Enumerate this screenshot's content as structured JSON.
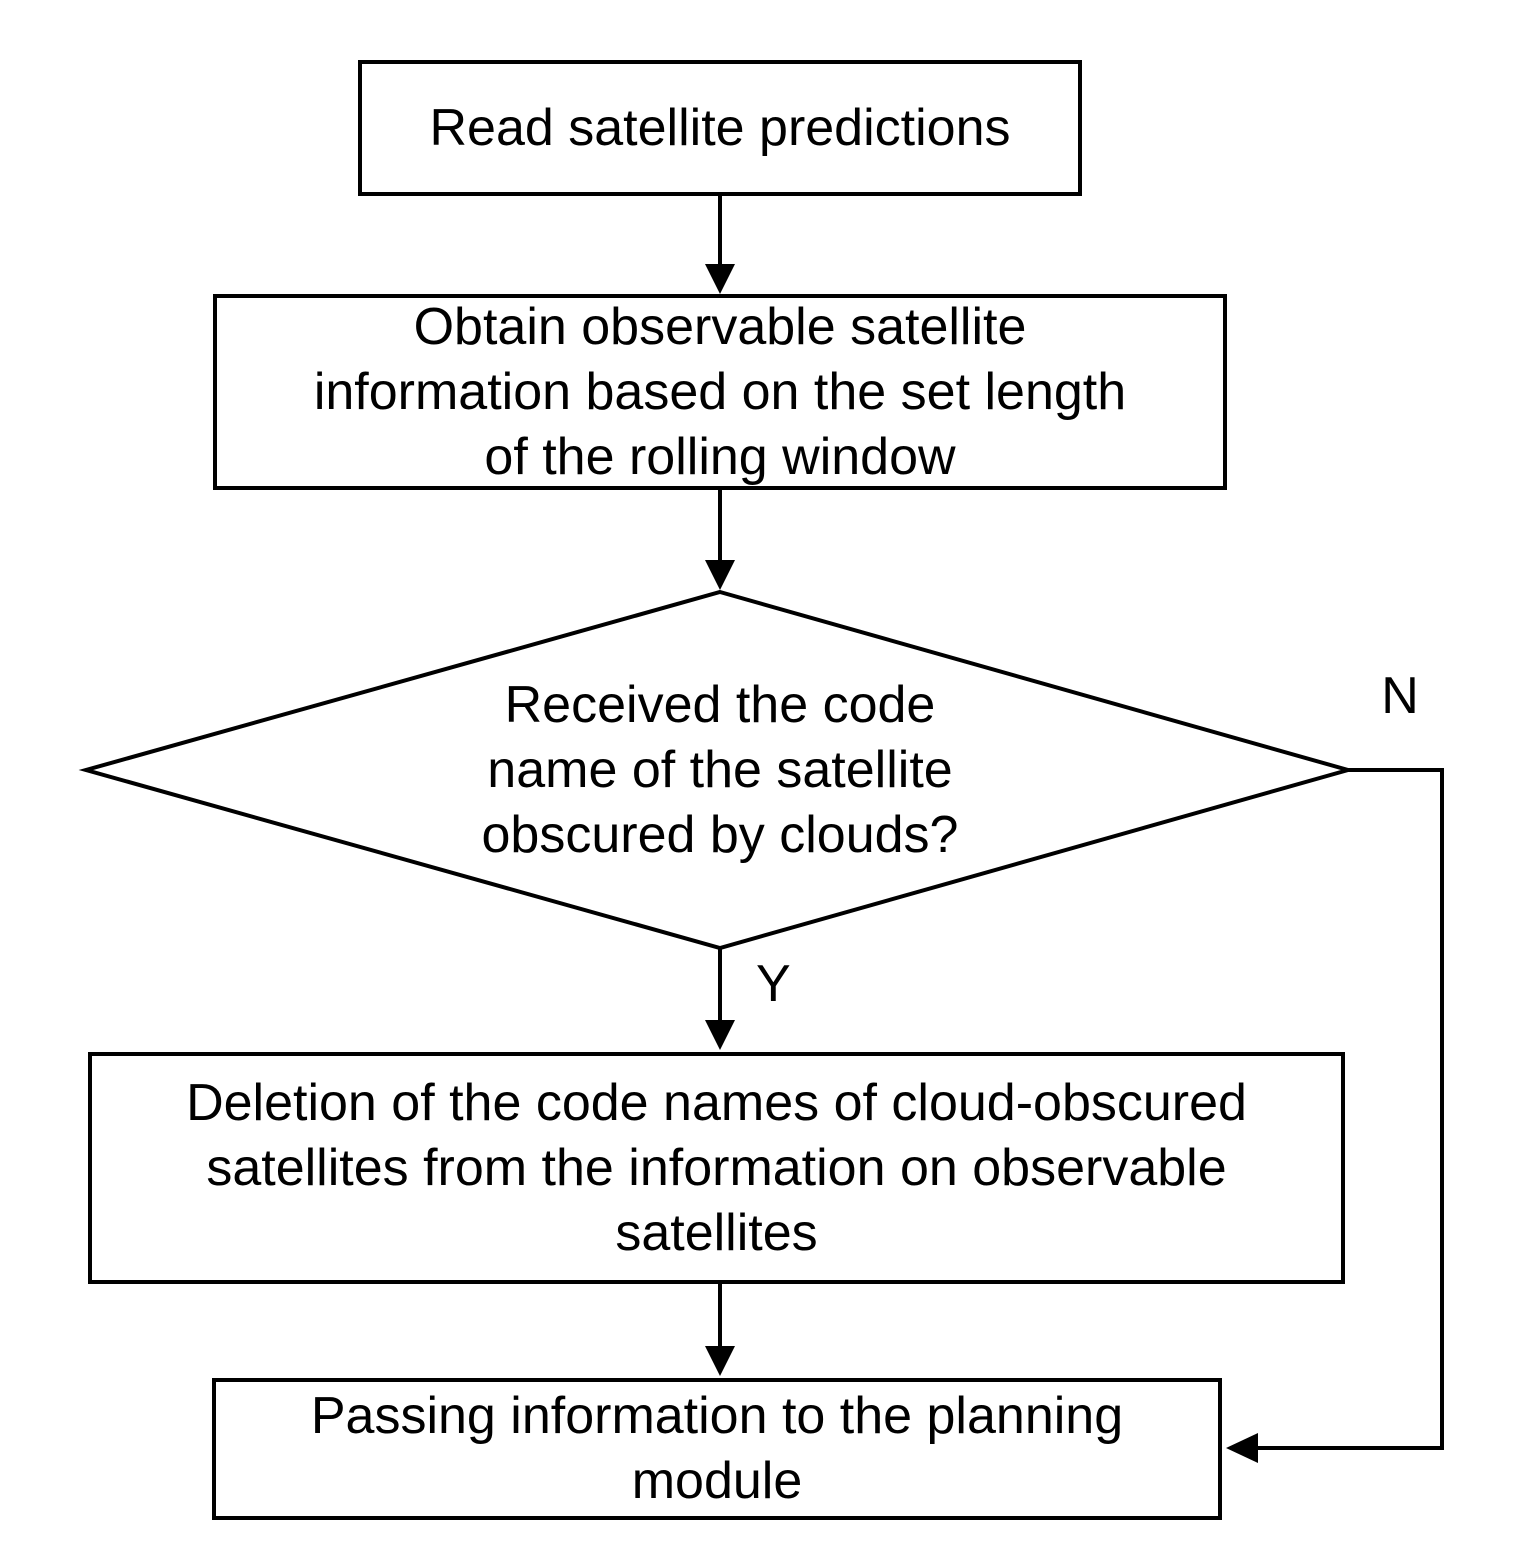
{
  "flowchart": {
    "nodes": [
      {
        "id": "read-satellite-predictions",
        "type": "process",
        "lines": [
          "Read satellite predictions"
        ]
      },
      {
        "id": "obtain-observable-satellite-info",
        "type": "process",
        "lines": [
          "Obtain observable satellite",
          "information based on the set length",
          "of the rolling window"
        ]
      },
      {
        "id": "received-code-name-decision",
        "type": "decision",
        "lines": [
          "Received the code",
          "name of the satellite",
          "obscured by clouds?"
        ]
      },
      {
        "id": "deletion-of-code-names",
        "type": "process",
        "lines": [
          "Deletion of the code names of cloud-obscured",
          "satellites from the information on observable",
          "satellites"
        ]
      },
      {
        "id": "passing-information-to-planning",
        "type": "process",
        "lines": [
          "Passing information to the planning",
          "module"
        ]
      }
    ],
    "branch_labels": {
      "yes": "Y",
      "no": "N"
    },
    "colors": {
      "line": "#000000",
      "shape_fill": "#ffffff",
      "text": "#000000",
      "background": "#ffffff"
    }
  }
}
